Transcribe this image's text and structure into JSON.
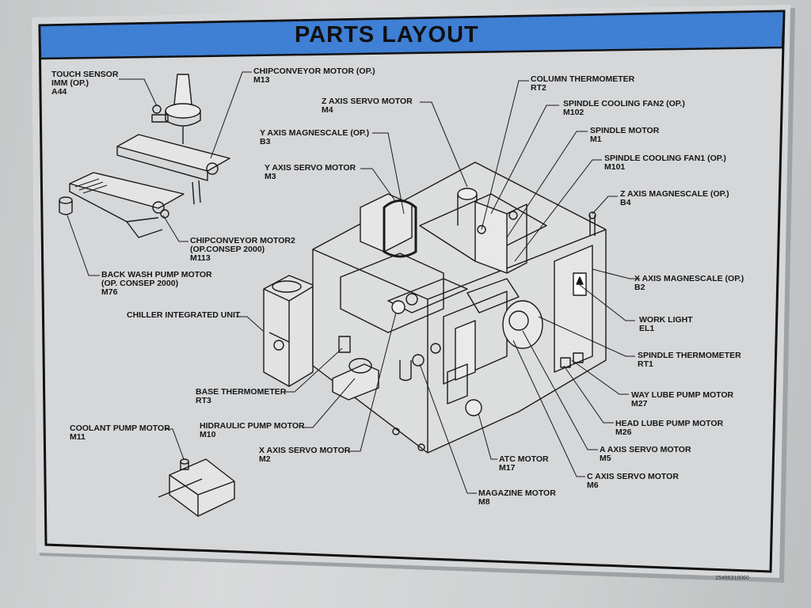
{
  "title": "PARTS LAYOUT",
  "colors": {
    "title_band": "#3f7fd4",
    "plate": "#d4d6d8",
    "ink": "#161616"
  },
  "labels": {
    "touch_sensor": {
      "name": "TOUCH SENSOR",
      "line2": "IMM (OP.)",
      "code": "A44"
    },
    "chipconveyor_motor": {
      "name": "CHIPCONVEYOR MOTOR (OP.)",
      "code": "M13"
    },
    "column_thermometer": {
      "name": "COLUMN THERMOMETER",
      "code": "RT2"
    },
    "z_axis_servo": {
      "name": "Z AXIS SERVO MOTOR",
      "code": "M4"
    },
    "spindle_cooling_fan2": {
      "name": "SPINDLE COOLING FAN2 (OP.)",
      "code": "M102"
    },
    "y_axis_magnescale": {
      "name": "Y AXIS MAGNESCALE (OP.)",
      "code": "B3"
    },
    "spindle_motor": {
      "name": "SPINDLE MOTOR",
      "code": "M1"
    },
    "y_axis_servo": {
      "name": "Y AXIS SERVO MOTOR",
      "code": "M3"
    },
    "spindle_cooling_fan1": {
      "name": "SPINDLE COOLING FAN1 (OP.)",
      "code": "M101"
    },
    "z_axis_magnescale": {
      "name": "Z AXIS MAGNESCALE (OP.)",
      "code": "B4"
    },
    "chipconveyor_motor2": {
      "name": "CHIPCONVEYOR MOTOR2",
      "line2": "(OP.CONSEP 2000)",
      "code": "M113"
    },
    "back_wash_pump": {
      "name": "BACK WASH PUMP MOTOR",
      "line2": "(OP. CONSEP 2000)",
      "code": "M76"
    },
    "x_axis_magnescale": {
      "name": "X AXIS MAGNESCALE (OP.)",
      "code": "B2"
    },
    "chiller": {
      "name": "CHILLER INTEGRATED UNIT"
    },
    "work_light": {
      "name": "WORK LIGHT",
      "code": "EL1"
    },
    "spindle_thermometer": {
      "name": "SPINDLE THERMOMETER",
      "code": "RT1"
    },
    "base_thermometer": {
      "name": "BASE THERMOMETER",
      "code": "RT3"
    },
    "way_lube_pump": {
      "name": "WAY LUBE PUMP MOTOR",
      "code": "M27"
    },
    "hidraulic_pump": {
      "name": "HIDRAULIC PUMP MOTOR",
      "code": "M10"
    },
    "head_lube_pump": {
      "name": "HEAD LUBE PUMP MOTOR",
      "code": "M26"
    },
    "coolant_pump": {
      "name": "COOLANT PUMP MOTOR",
      "code": "M11"
    },
    "x_axis_servo": {
      "name": "X AXIS SERVO MOTOR",
      "code": "M2"
    },
    "a_axis_servo": {
      "name": "A AXIS SERVO MOTOR",
      "code": "M5"
    },
    "atc_motor": {
      "name": "ATC MOTOR",
      "code": "M17"
    },
    "c_axis_servo": {
      "name": "C AXIS SERVO MOTOR",
      "code": "M6"
    },
    "magazine_motor": {
      "name": "MAGAZINE MOTOR",
      "code": "M8"
    }
  },
  "part_number": "15496310060"
}
